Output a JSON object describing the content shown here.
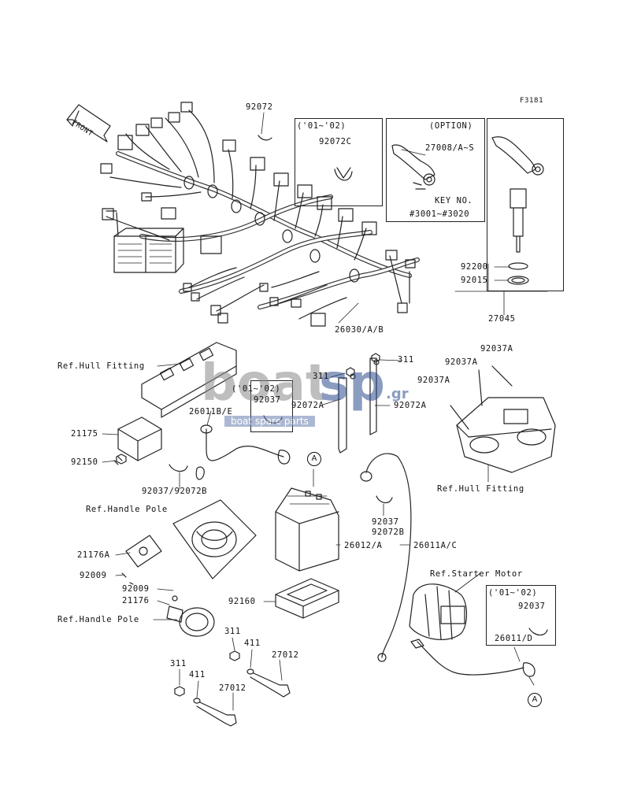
{
  "figure_code": "F3181",
  "front_label": "FRONT",
  "watermark": {
    "word1": "boat",
    "word2": "sp",
    "domain": ".gr",
    "tagline": "boat spare parts"
  },
  "callouts": {
    "a1": "A",
    "a2": "A"
  },
  "boxes": {
    "year_box_1": {
      "years": "('01~'02)",
      "part": "92072C"
    },
    "option_box": {
      "title": "(OPTION)",
      "part": "27008/A~S",
      "key_no": "KEY NO.",
      "key_range": "#3001~#3020"
    },
    "year_box_2": {
      "years": "('01~'02)",
      "part": "92037"
    },
    "year_box_3": {
      "years": "('01~'02)",
      "part": "92037"
    }
  },
  "labels": {
    "p92072": "92072",
    "p92200": "92200",
    "p92015": "92015",
    "p27045": "27045",
    "p26030": "26030/A/B",
    "ref_hull_1": "Ref.Hull Fitting",
    "p311_a": "311",
    "p311_b": "311",
    "p92037A_a": "92037A",
    "p92037A_b": "92037A",
    "p92037A_c": "92037A",
    "p92072A_a": "92072A",
    "p92072A_b": "92072A",
    "p26011BE": "26011B/E",
    "p21175": "21175",
    "p92150": "92150",
    "p92037_92072B": "92037/92072B",
    "ref_hull_2": "Ref.Hull Fitting",
    "ref_handle_1": "Ref.Handle Pole",
    "p92037_r": "92037",
    "p92072B_r": "92072B",
    "p26012A": "26012/A",
    "p26011AC": "26011A/C",
    "p21176A": "21176A",
    "p92009_a": "92009",
    "ref_starter": "Ref.Starter Motor",
    "p92009_b": "92009",
    "p21176": "21176",
    "p92160": "92160",
    "ref_handle_2": "Ref.Handle Pole",
    "p26011D": "26011/D",
    "p311_c": "311",
    "p411_a": "411",
    "p27012_a": "27012",
    "p311_d": "311",
    "p411_b": "411",
    "p27012_b": "27012"
  }
}
